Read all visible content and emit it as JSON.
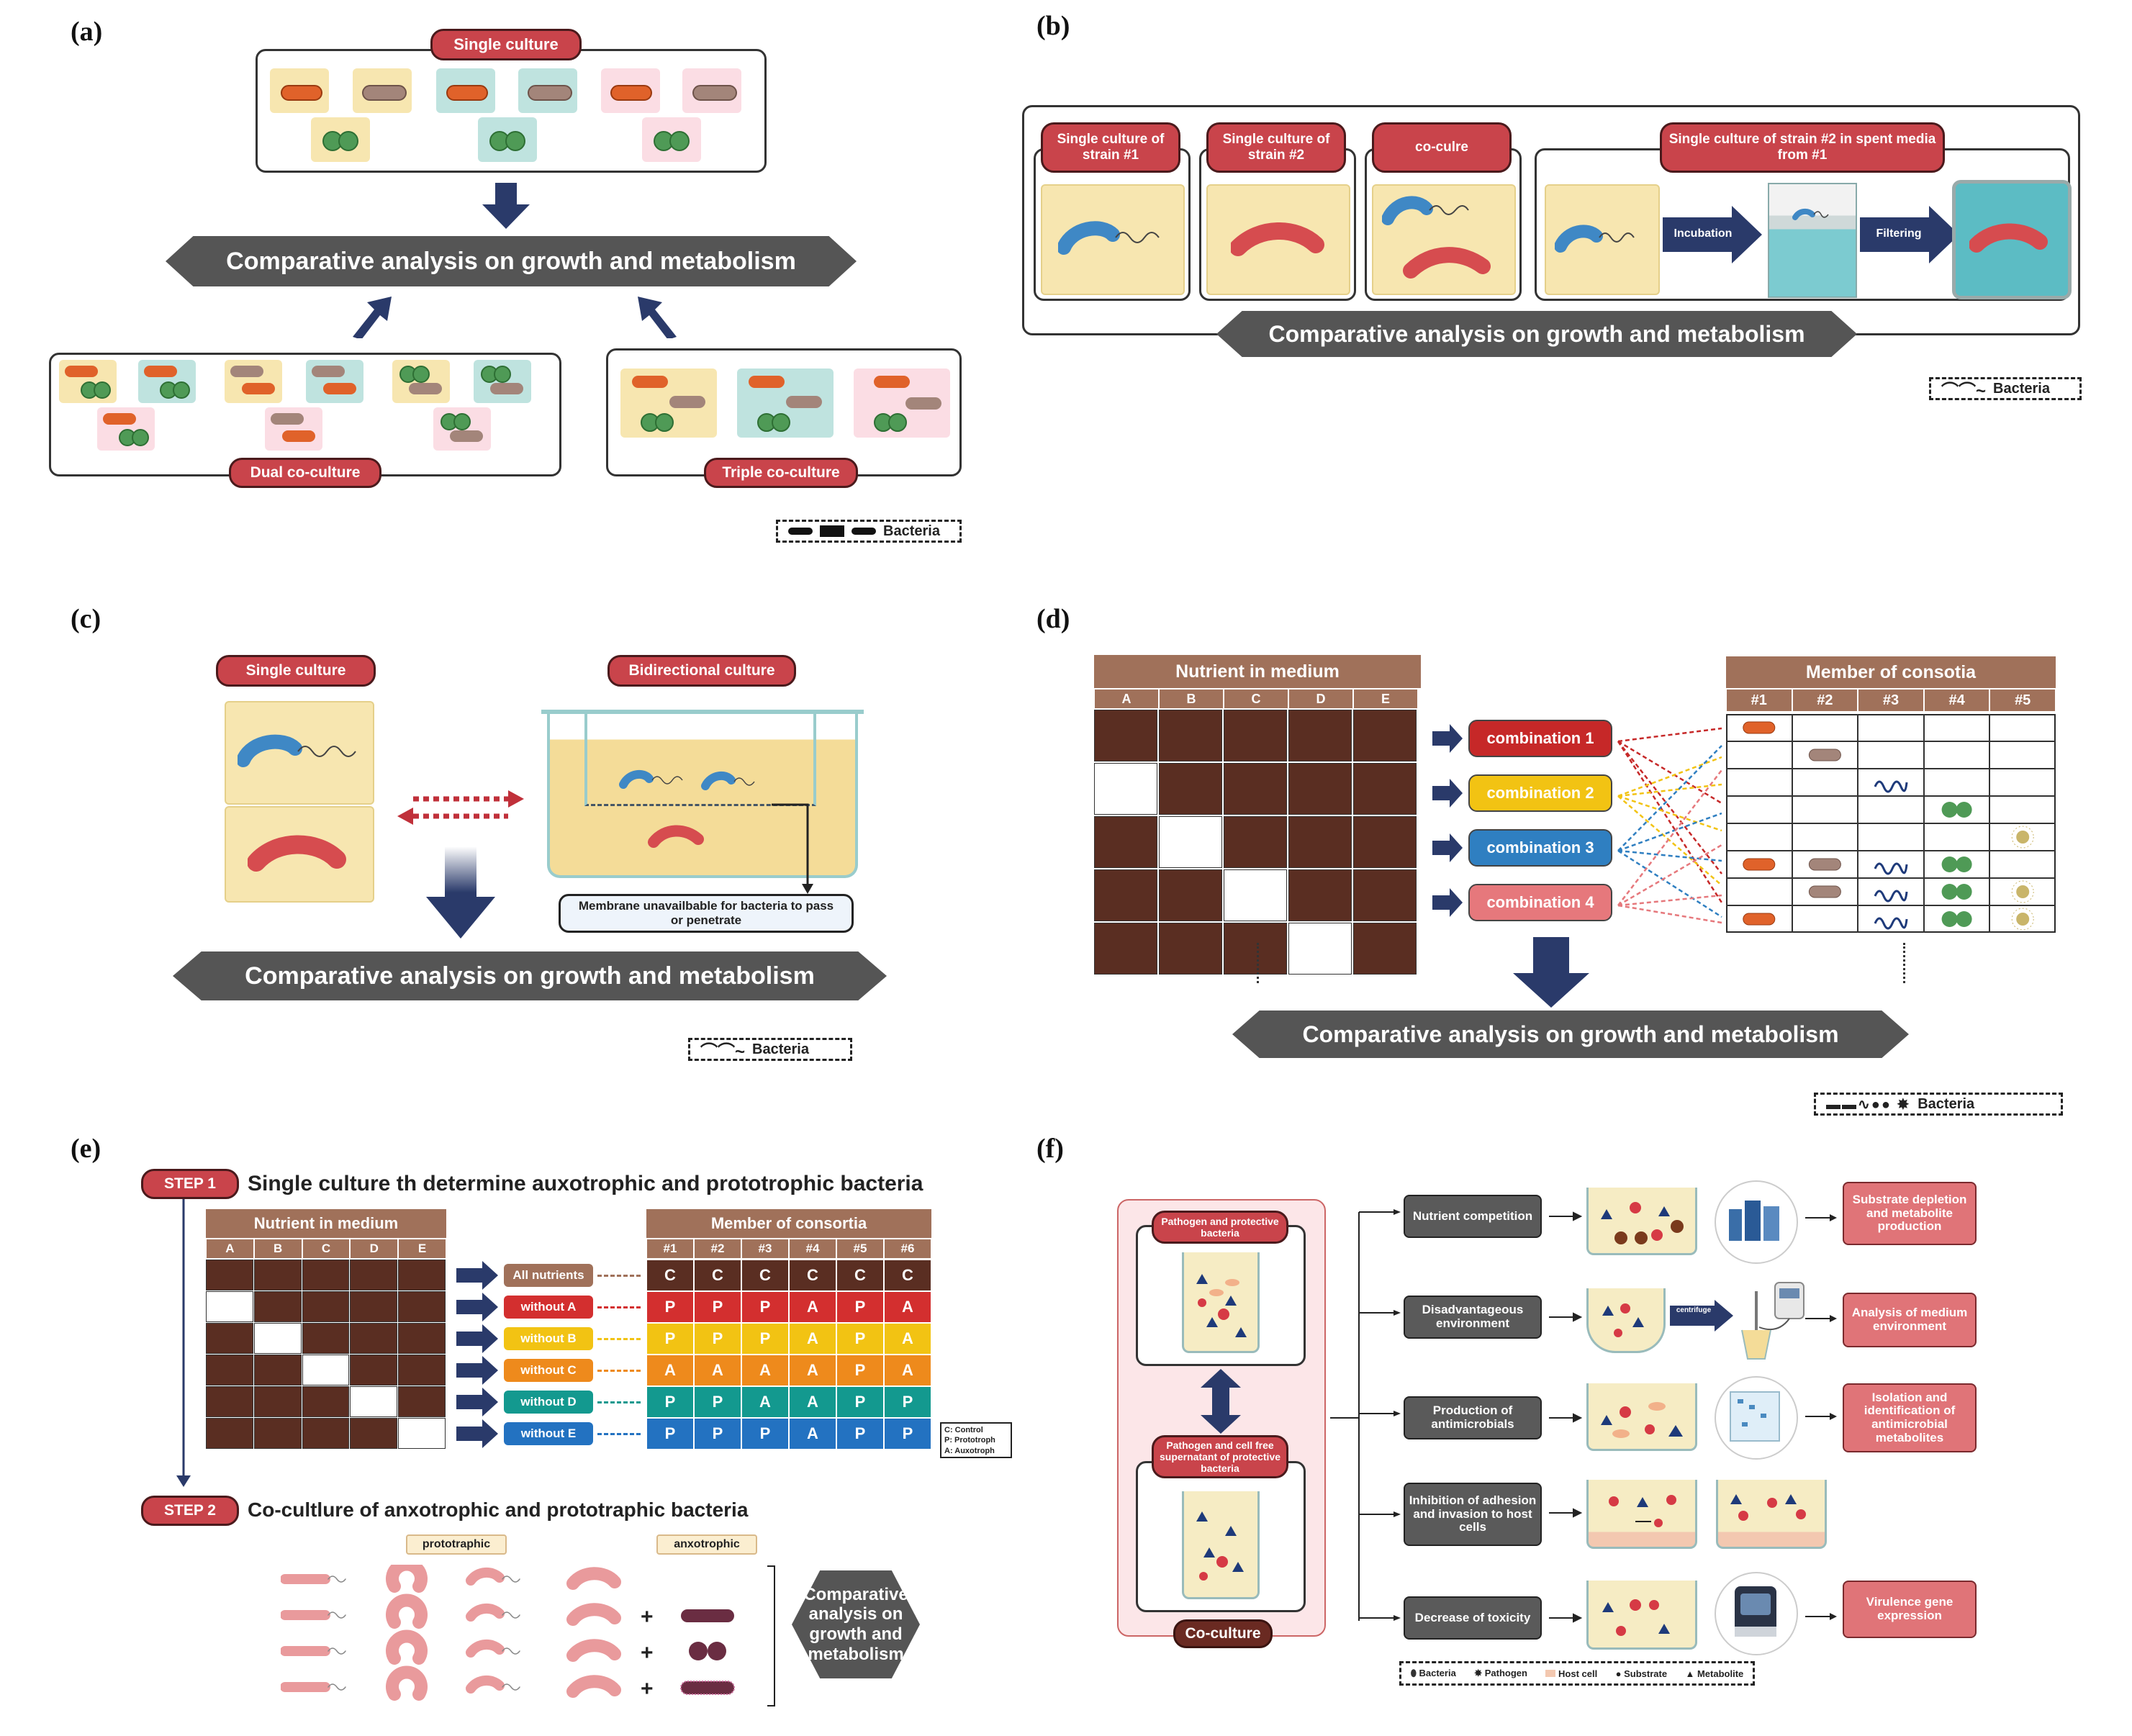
{
  "colors": {
    "pill_red": "#c9444b",
    "bar_gray": "#555555",
    "nutrient_brown": "#5a2e22",
    "header_brown": "#a0715a",
    "combo1": "#c62828",
    "combo2": "#f2c313",
    "combo3": "#2f7fc1",
    "combo4": "#e6787c",
    "without_A": "#d32f2f",
    "without_B": "#f2c313",
    "without_C": "#ee8a1c",
    "without_D": "#13998f",
    "without_E": "#2372c1",
    "all_nutrients": "#a0715a"
  },
  "panel_a": {
    "label": "(a)",
    "single_culture": "Single culture",
    "comparative": "Comparative analysis on growth and metabolism",
    "dual": "Dual co-culture",
    "triple": "Triple co-culture",
    "legend": "Bacteria"
  },
  "panel_b": {
    "label": "(b)",
    "single1": "Single culture of strain #1",
    "single2": "Single culture of strain #2",
    "coculture": "co-culre",
    "spent": "Single culture of strain #2 in spent media from #1",
    "incubation": "Incubation",
    "filtering": "Filtering",
    "comparative": "Comparative analysis on growth and metabolism",
    "legend": "Bacteria"
  },
  "panel_c": {
    "label": "(c)",
    "single": "Single culture",
    "bidirectional": "Bidirectional culture",
    "membrane": "Membrane unavailbable for bacteria to pass or penetrate",
    "comparative": "Comparative analysis on growth and metabolism",
    "legend": "Bacteria"
  },
  "panel_d": {
    "label": "(d)",
    "nutrient_header": "Nutrient in medium",
    "nutrient_cols": [
      "A",
      "B",
      "C",
      "D",
      "E"
    ],
    "member_header": "Member of consotia",
    "member_cols": [
      "#1",
      "#2",
      "#3",
      "#4",
      "#5"
    ],
    "combinations": [
      "combination 1",
      "combination 2",
      "combination 3",
      "combination 4"
    ],
    "comparative": "Comparative analysis on growth and metabolism",
    "legend": "Bacteria"
  },
  "panel_e": {
    "label": "(e)",
    "step1": "STEP 1",
    "step1_text": "Single culture th determine auxotrophic and prototrophic bacteria",
    "nutrient_header": "Nutrient in medium",
    "nutrient_cols": [
      "A",
      "B",
      "C",
      "D",
      "E"
    ],
    "member_header": "Member of consortia",
    "member_cols": [
      "#1",
      "#2",
      "#3",
      "#4",
      "#5",
      "#6"
    ],
    "conditions": [
      "All nutrients",
      "without A",
      "without B",
      "without C",
      "without D",
      "without E"
    ],
    "matrix": [
      [
        "C",
        "C",
        "C",
        "C",
        "C",
        "C"
      ],
      [
        "P",
        "P",
        "P",
        "A",
        "P",
        "A"
      ],
      [
        "P",
        "P",
        "P",
        "A",
        "P",
        "A"
      ],
      [
        "A",
        "A",
        "A",
        "A",
        "P",
        "A"
      ],
      [
        "P",
        "P",
        "A",
        "A",
        "P",
        "P"
      ],
      [
        "P",
        "P",
        "P",
        "A",
        "P",
        "P"
      ]
    ],
    "key_c": "C: Control",
    "key_p": "P: Prototroph",
    "key_a": "A: Auxotroph",
    "step2": "STEP 2",
    "step2_text": "Co-cultlure of anxotrophic and prototraphic bacteria",
    "prototrophic": "prototraphic",
    "anxotrophic": "anxotrophic",
    "comparative": "Comparative analysis on growth and metabolism"
  },
  "panel_f": {
    "label": "(f)",
    "top_pill": "Pathogen and protective bacteria",
    "bottom_pill": "Pathogen and cell free supernatant of protective bacteria",
    "coculture": "Co-culture",
    "mechanisms": [
      "Nutrient competition",
      "Disadvantageous environment",
      "Production of antimicrobials",
      "Inhibition of adhesion and invasion to host cells",
      "Decrease of toxicity"
    ],
    "results": [
      "Substrate depletion and metabolite production",
      "Analysis of medium environment",
      "Isolation and identification of antimicrobial metabolites",
      "",
      "Virulence gene expression"
    ],
    "centrifuge": "centrifuge",
    "legend": [
      "Bacteria",
      "Pathogen",
      "Host cell",
      "Substrate",
      "Metabolite"
    ]
  }
}
